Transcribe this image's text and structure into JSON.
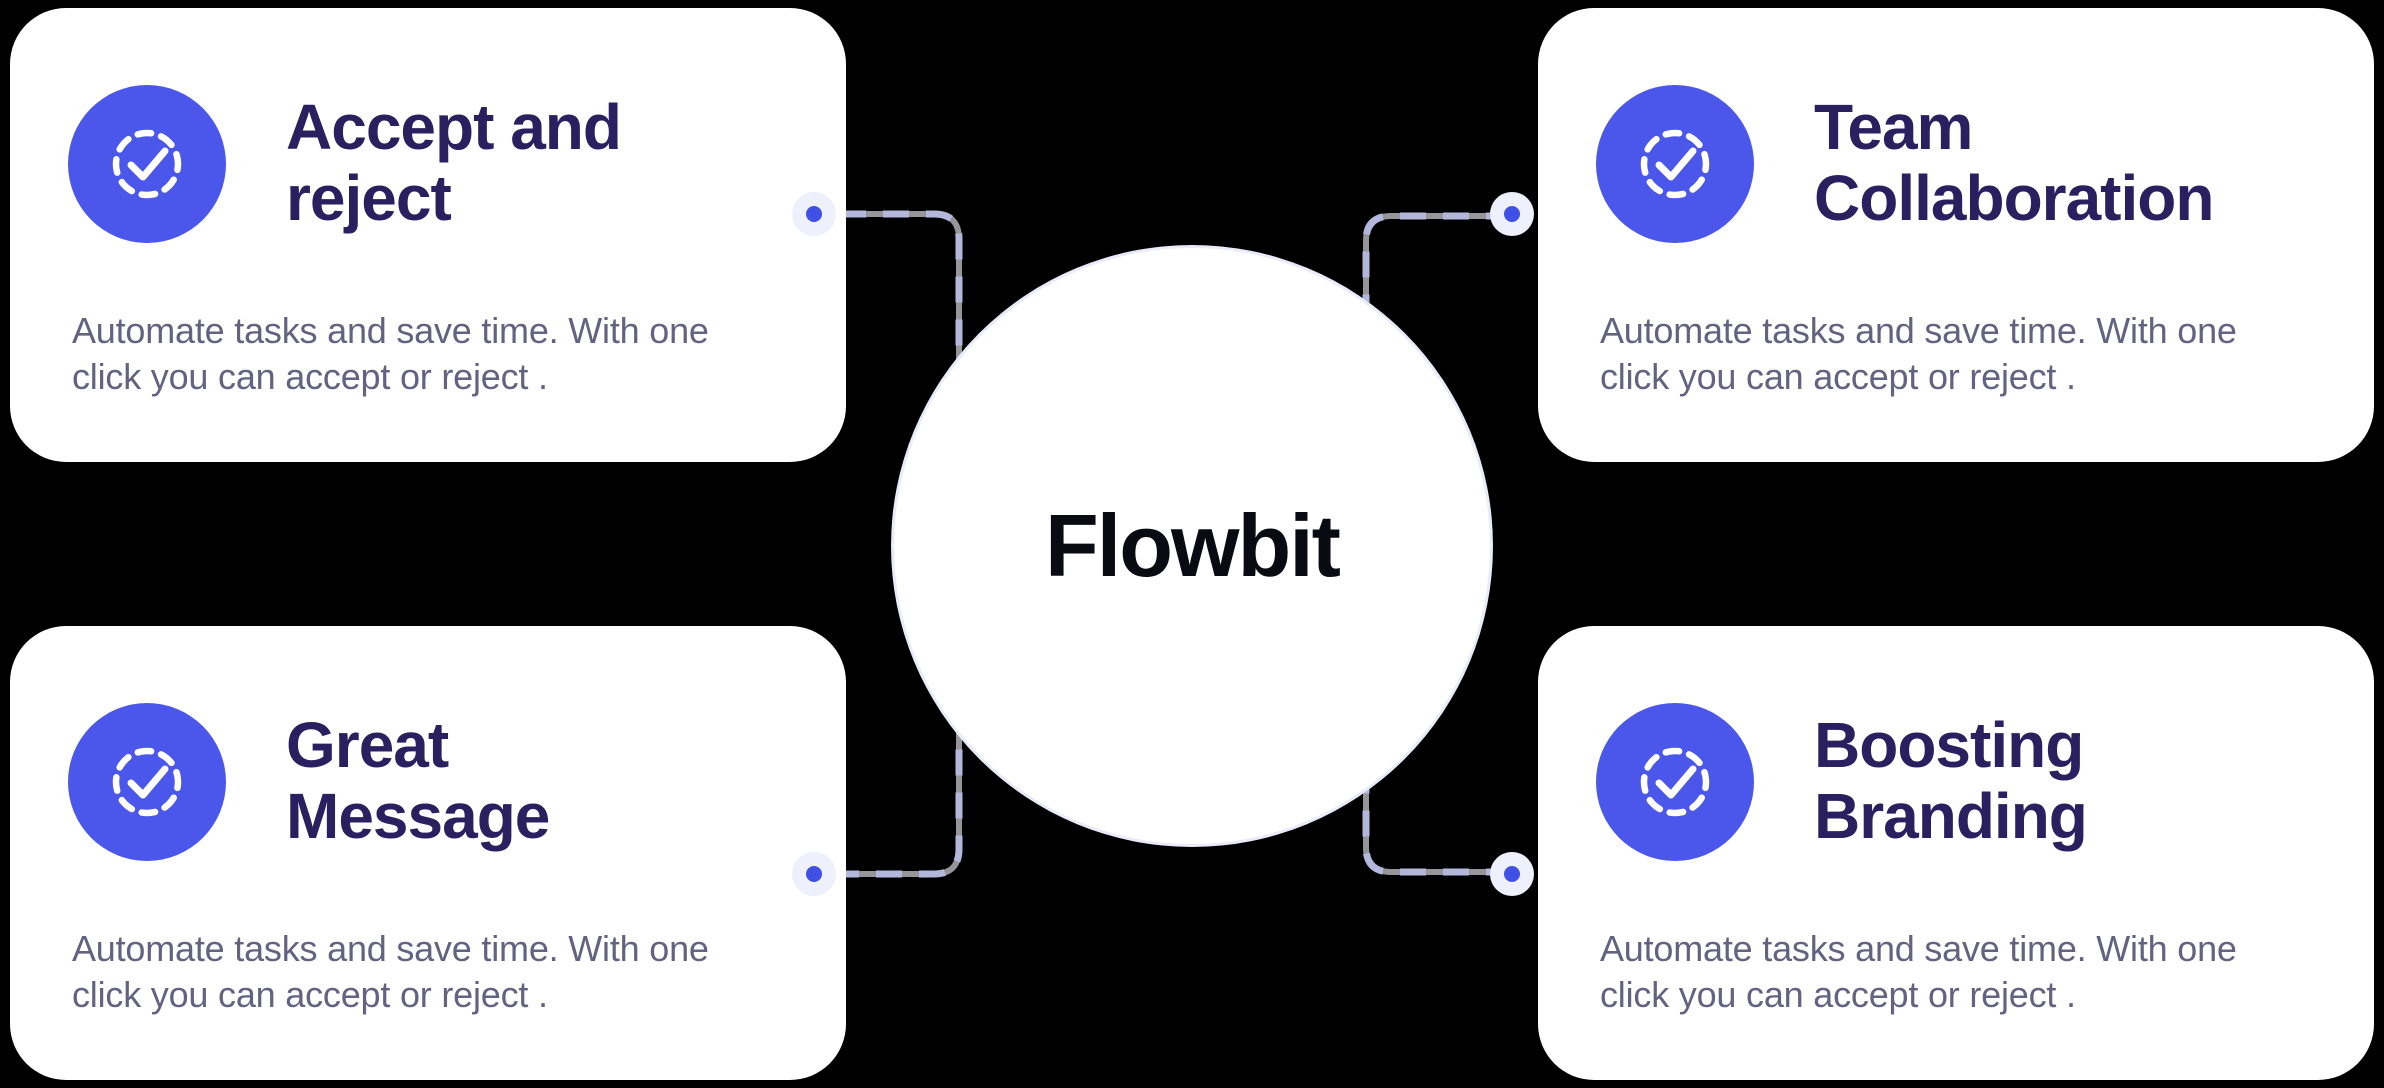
{
  "brand": {
    "label": "Flowbit"
  },
  "cards": [
    {
      "id": "accept-reject",
      "title_line1": "Accept and",
      "title_line2": "reject",
      "desc_line1": "Automate tasks and save time. With one",
      "desc_line2": "click you can accept or reject ."
    },
    {
      "id": "team-collaboration",
      "title_line1": "Team",
      "title_line2": "Collaboration",
      "desc_line1": "Automate tasks and save time. With one",
      "desc_line2": "click you can accept or reject ."
    },
    {
      "id": "great-message",
      "title_line1": "Great",
      "title_line2": "Message",
      "desc_line1": "Automate tasks and save time. With one",
      "desc_line2": "click you can accept or reject ."
    },
    {
      "id": "boosting-branding",
      "title_line1": "Boosting",
      "title_line2": "Branding",
      "desc_line1": "Automate tasks and save time. With one",
      "desc_line2": "click you can accept or reject ."
    }
  ],
  "icons": {
    "badge": "check-badge-icon",
    "dot": "connector-dot"
  },
  "colors": {
    "background": "#000000",
    "card_background": "#ffffff",
    "accent_blue": "#4b57ea",
    "title_text": "#2a2060",
    "description_text": "#646181",
    "brand_text": "#0a0a12",
    "connector_lavender": "#b3b7db",
    "connector_gray": "#c7c7cd",
    "dot_halo": "#eef0fb",
    "dot_core": "#4150e4"
  }
}
